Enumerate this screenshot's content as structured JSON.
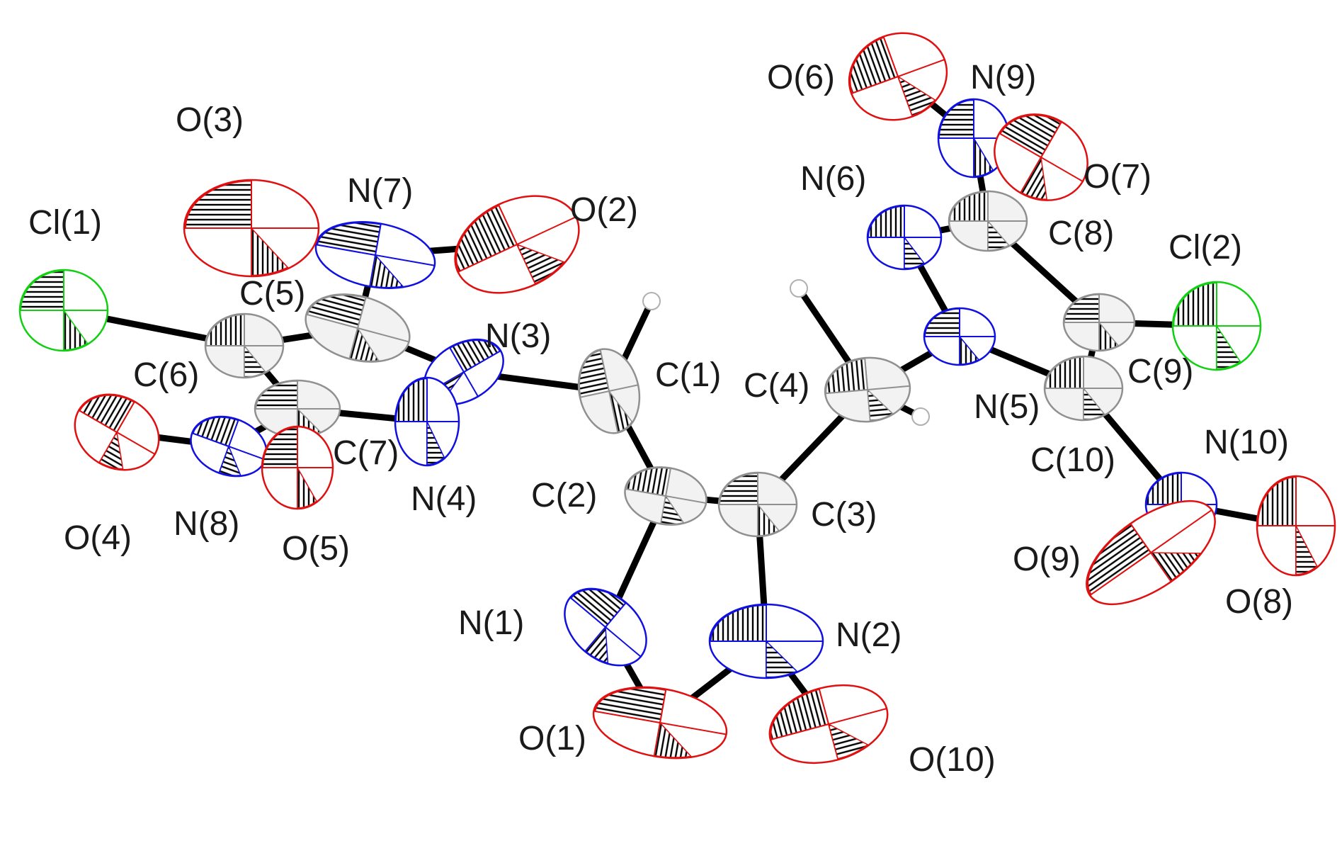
{
  "colors": {
    "carbon": "#909090",
    "carbon_fill": "#f2f2f2",
    "nitrogen": "#1010e0",
    "oxygen": "#e01010",
    "chlorine": "#10d010",
    "hydrogen": "#c8c8c8",
    "bond": "#000000",
    "label": "#1a1a1a"
  },
  "atoms": [
    {
      "id": "Cl1",
      "label": "Cl(1)",
      "element": "chlorine"
    },
    {
      "id": "Cl2",
      "label": "Cl(2)",
      "element": "chlorine"
    },
    {
      "id": "C1",
      "label": "C(1)",
      "element": "carbon"
    },
    {
      "id": "C2",
      "label": "C(2)",
      "element": "carbon"
    },
    {
      "id": "C3",
      "label": "C(3)",
      "element": "carbon"
    },
    {
      "id": "C4",
      "label": "C(4)",
      "element": "carbon"
    },
    {
      "id": "C5",
      "label": "C(5)",
      "element": "carbon"
    },
    {
      "id": "C6",
      "label": "C(6)",
      "element": "carbon"
    },
    {
      "id": "C7",
      "label": "C(7)",
      "element": "carbon"
    },
    {
      "id": "C8",
      "label": "C(8)",
      "element": "carbon"
    },
    {
      "id": "C9",
      "label": "C(9)",
      "element": "carbon"
    },
    {
      "id": "C10",
      "label": "C(10)",
      "element": "carbon"
    },
    {
      "id": "N1",
      "label": "N(1)",
      "element": "nitrogen"
    },
    {
      "id": "N2",
      "label": "N(2)",
      "element": "nitrogen"
    },
    {
      "id": "N3",
      "label": "N(3)",
      "element": "nitrogen"
    },
    {
      "id": "N4",
      "label": "N(4)",
      "element": "nitrogen"
    },
    {
      "id": "N5",
      "label": "N(5)",
      "element": "nitrogen"
    },
    {
      "id": "N6",
      "label": "N(6)",
      "element": "nitrogen"
    },
    {
      "id": "N7",
      "label": "N(7)",
      "element": "nitrogen"
    },
    {
      "id": "N8",
      "label": "N(8)",
      "element": "nitrogen"
    },
    {
      "id": "N9",
      "label": "N(9)",
      "element": "nitrogen"
    },
    {
      "id": "N10",
      "label": "N(10)",
      "element": "nitrogen"
    },
    {
      "id": "O1",
      "label": "O(1)",
      "element": "oxygen"
    },
    {
      "id": "O2",
      "label": "O(2)",
      "element": "oxygen"
    },
    {
      "id": "O3",
      "label": "O(3)",
      "element": "oxygen"
    },
    {
      "id": "O4",
      "label": "O(4)",
      "element": "oxygen"
    },
    {
      "id": "O5",
      "label": "O(5)",
      "element": "oxygen"
    },
    {
      "id": "O6",
      "label": "O(6)",
      "element": "oxygen"
    },
    {
      "id": "O7",
      "label": "O(7)",
      "element": "oxygen"
    },
    {
      "id": "O8",
      "label": "O(8)",
      "element": "oxygen"
    },
    {
      "id": "O9",
      "label": "O(9)",
      "element": "oxygen"
    },
    {
      "id": "O10",
      "label": "O(10)",
      "element": "oxygen"
    },
    {
      "id": "H1",
      "label": "",
      "element": "hydrogen"
    },
    {
      "id": "H4a",
      "label": "",
      "element": "hydrogen"
    },
    {
      "id": "H4b",
      "label": "",
      "element": "hydrogen"
    }
  ],
  "bonds": [
    [
      "Cl1",
      "C6"
    ],
    [
      "C6",
      "C5"
    ],
    [
      "C6",
      "C7"
    ],
    [
      "C5",
      "N3"
    ],
    [
      "C5",
      "N7"
    ],
    [
      "N7",
      "O2"
    ],
    [
      "N7",
      "O3"
    ],
    [
      "C7",
      "N4"
    ],
    [
      "N4",
      "N3"
    ],
    [
      "C7",
      "N8"
    ],
    [
      "N8",
      "O4"
    ],
    [
      "N8",
      "O5"
    ],
    [
      "N3",
      "C1"
    ],
    [
      "C1",
      "H1"
    ],
    [
      "C1",
      "C2"
    ],
    [
      "C2",
      "C3"
    ],
    [
      "C2",
      "N1"
    ],
    [
      "N1",
      "O1"
    ],
    [
      "O1",
      "N2"
    ],
    [
      "C3",
      "N2"
    ],
    [
      "N2",
      "O10"
    ],
    [
      "C3",
      "C4"
    ],
    [
      "C4",
      "H4a"
    ],
    [
      "C4",
      "H4b"
    ],
    [
      "C4",
      "N5"
    ],
    [
      "N5",
      "N6"
    ],
    [
      "N6",
      "C8"
    ],
    [
      "C8",
      "N9"
    ],
    [
      "N9",
      "O6"
    ],
    [
      "N9",
      "O7"
    ],
    [
      "C8",
      "C9"
    ],
    [
      "C9",
      "Cl2"
    ],
    [
      "C9",
      "C10"
    ],
    [
      "C10",
      "N5"
    ],
    [
      "C10",
      "N10"
    ],
    [
      "N10",
      "O8"
    ],
    [
      "N10",
      "O9"
    ]
  ]
}
